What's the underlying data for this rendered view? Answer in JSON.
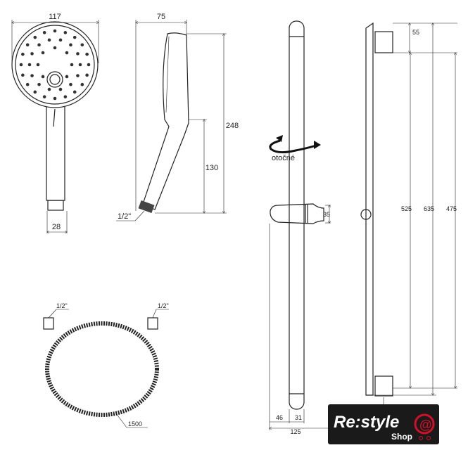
{
  "head_front": {
    "width_label": "117",
    "connector_label": "28"
  },
  "head_side": {
    "depth_label": "75",
    "length_label": "248",
    "handle_label": "130",
    "thread_label": "1/2\""
  },
  "rail": {
    "rotation_label": "otočné",
    "holder_label": "35",
    "offset_label": "46",
    "diameter_label": "31",
    "depth_label": "125"
  },
  "rail_side": {
    "bracket_label": "55",
    "spacing_label": "525",
    "length_label": "635",
    "holder_label": "475"
  },
  "hose": {
    "thread_left_label": "1/2\"",
    "thread_right_label": "1/2\"",
    "length_label": "1500"
  },
  "logo": {
    "brand": "Re:style",
    "sub": "Shop",
    "background": "#1a1a1a",
    "accent": "#d0102a"
  }
}
